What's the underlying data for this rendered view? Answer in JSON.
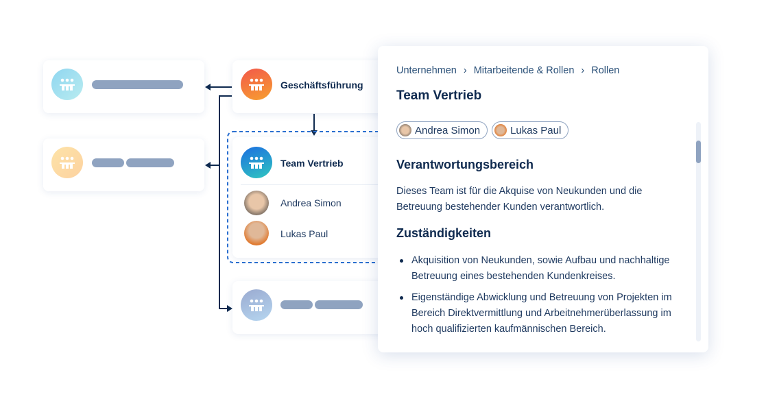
{
  "org_chart": {
    "executive": {
      "label": "Geschäftsführung"
    },
    "team": {
      "label": "Team Vertrieb",
      "members": [
        {
          "name": "Andrea Simon"
        },
        {
          "name": "Lukas Paul"
        }
      ]
    }
  },
  "panel": {
    "breadcrumb": [
      "Unternehmen",
      "Mitarbeitende & Rollen",
      "Rollen"
    ],
    "breadcrumb_separator": "›",
    "title": "Team Vertrieb",
    "members": [
      "Andrea Simon",
      "Lukas Paul"
    ],
    "section1_title": "Verantwortungsbereich",
    "section1_text": "Dieses Team ist für die Akquise von Neukunden und die Betreuung bestehender Kunden verantwortlich.",
    "section2_title": "Zuständigkeiten",
    "duties": [
      "Akquisition von Neukunden, sowie Aufbau und nachhaltige Betreuung eines bestehenden Kundenkreises.",
      "Eigenständige Abwicklung und Betreuung von Projekten im Bereich Direktvermittlung und Arbeitnehmerüberlassung im hoch qualifizierten kaufmännischen Bereich."
    ],
    "scroll_position_fraction": 0.1
  },
  "colors": {
    "accent": "#0f2a4f",
    "dash": "#2a6fd0",
    "placeholder": "#8fa3c0"
  }
}
